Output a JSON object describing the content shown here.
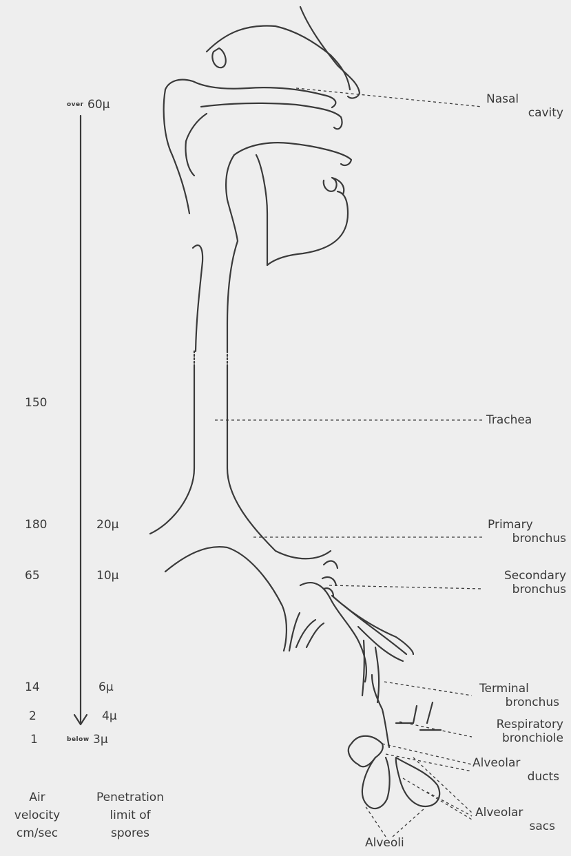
{
  "scale": {
    "top_value": {
      "prefix": "over",
      "value": "60μ"
    },
    "rows": [
      {
        "velocity": "150",
        "limit": ""
      },
      {
        "velocity": "180",
        "limit": "20μ"
      },
      {
        "velocity": "65",
        "limit": "10μ"
      },
      {
        "velocity": "14",
        "limit": "6μ"
      },
      {
        "velocity": "2",
        "limit": "4μ"
      },
      {
        "velocity": "1",
        "limit_prefix": "below",
        "limit": "3μ"
      }
    ],
    "velocity_header": [
      "Air",
      "velocity",
      "cm/sec"
    ],
    "limit_header": [
      "Penetration",
      "limit of",
      "spores"
    ]
  },
  "labels": {
    "nasal_cavity": [
      "Nasal",
      "cavity"
    ],
    "trachea": "Trachea",
    "primary_bronchus": [
      "Primary",
      "bronchus"
    ],
    "secondary_bronchus": [
      "Secondary",
      "bronchus"
    ],
    "terminal_bronchus": [
      "Terminal",
      "bronchus"
    ],
    "respiratory_bronchiole": [
      "Respiratory",
      "bronchiole"
    ],
    "alveolar_ducts": [
      "Alveolar",
      "ducts"
    ],
    "alveolar_sacs": [
      "Alveolar",
      "sacs"
    ],
    "alveoli": "Alveoli"
  },
  "colors": {
    "line": "#3a3a3a",
    "background": "#eeeeee"
  }
}
